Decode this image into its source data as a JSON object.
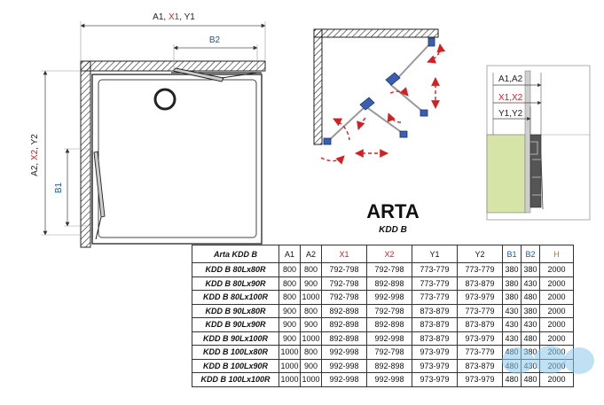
{
  "product": {
    "title": "ARTA",
    "subtitle": "KDD B"
  },
  "plan_labels": {
    "top_dim": [
      "A1, ",
      "X1",
      ", Y1"
    ],
    "b2": "B2",
    "left_dim": [
      "A2, ",
      "X2",
      ", Y2"
    ],
    "b1": "B1"
  },
  "detail_labels": {
    "a": "A1,A2",
    "x": "X1,X2",
    "y": "Y1,Y2"
  },
  "colors": {
    "red": "#d42020",
    "blue": "#1a5aa0",
    "hcol": "#b07a10",
    "wall_fill": "#d6e4a8"
  },
  "table": {
    "headers": [
      "Arta KDD B",
      "A1",
      "A2",
      "X1",
      "X2",
      "Y1",
      "Y2",
      "B1",
      "B2",
      "H"
    ],
    "rows": [
      [
        "KDD B 80Lx80R",
        "800",
        "800",
        "792-798",
        "792-798",
        "773-779",
        "773-779",
        "380",
        "380",
        "2000"
      ],
      [
        "KDD B 80Lx90R",
        "800",
        "900",
        "792-798",
        "892-898",
        "773-779",
        "873-879",
        "380",
        "430",
        "2000"
      ],
      [
        "KDD B 80Lx100R",
        "800",
        "1000",
        "792-798",
        "992-998",
        "773-779",
        "973-979",
        "380",
        "480",
        "2000"
      ],
      [
        "KDD B 90Lx80R",
        "900",
        "800",
        "892-898",
        "792-798",
        "873-879",
        "773-779",
        "430",
        "380",
        "2000"
      ],
      [
        "KDD B 90Lx90R",
        "900",
        "900",
        "892-898",
        "892-898",
        "873-879",
        "873-879",
        "430",
        "430",
        "2000"
      ],
      [
        "KDD B 90Lx100R",
        "900",
        "1000",
        "892-898",
        "992-998",
        "873-879",
        "973-979",
        "430",
        "480",
        "2000"
      ],
      [
        "KDD B 100Lx80R",
        "1000",
        "800",
        "992-998",
        "792-798",
        "973-979",
        "773-779",
        "480",
        "380",
        "2000"
      ],
      [
        "KDD B 100Lx90R",
        "1000",
        "900",
        "992-998",
        "892-898",
        "973-979",
        "873-879",
        "480",
        "430",
        "2000"
      ],
      [
        "KDD B 100Lx100R",
        "1000",
        "1000",
        "992-998",
        "992-998",
        "973-979",
        "973-979",
        "480",
        "480",
        "2000"
      ]
    ]
  }
}
